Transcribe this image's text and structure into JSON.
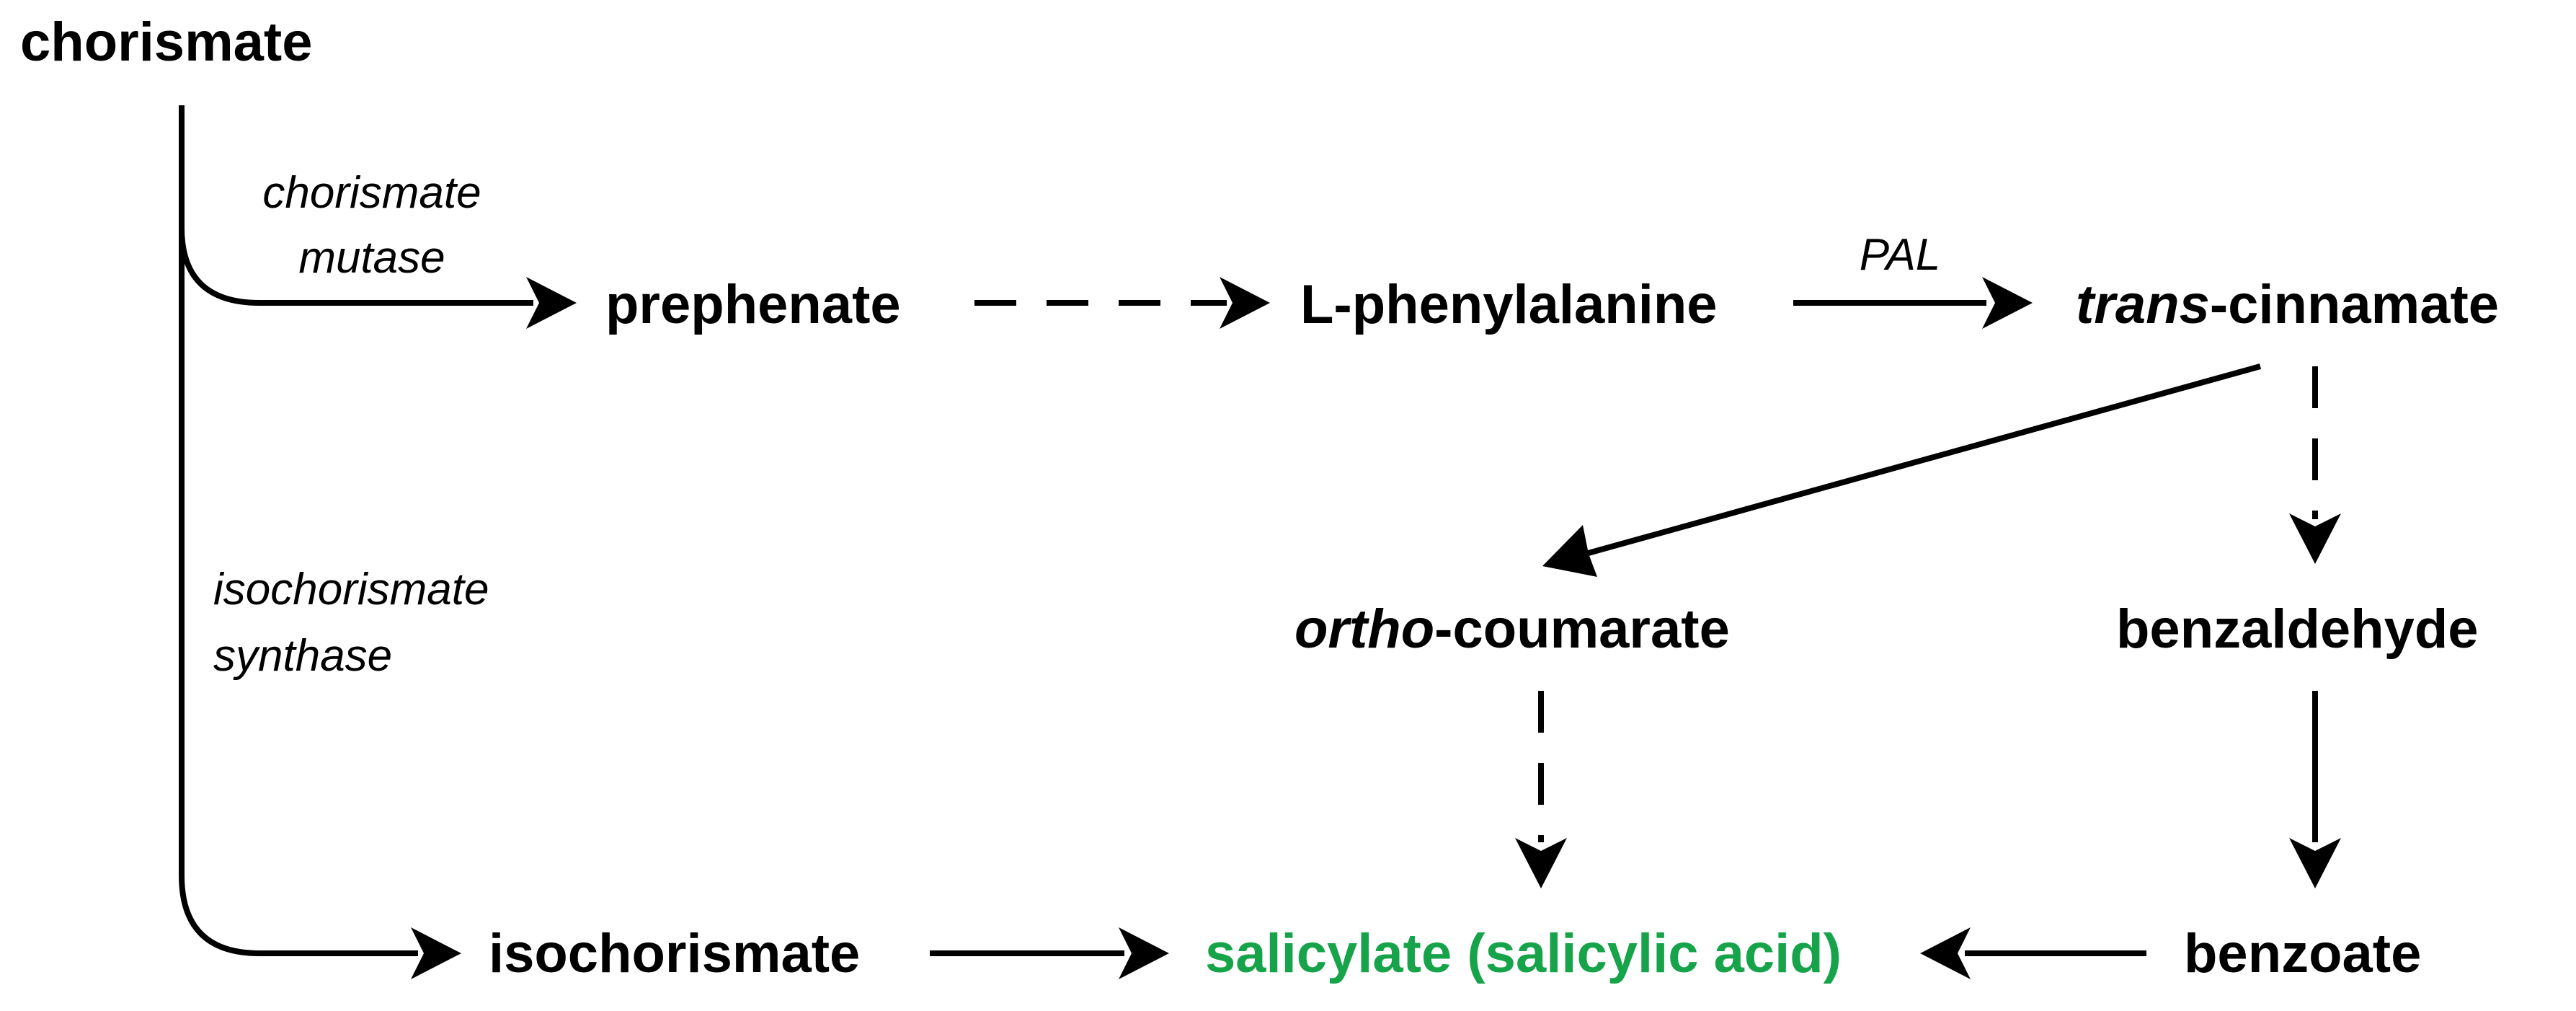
{
  "colors": {
    "text": "#000000",
    "product": "#16a34a"
  },
  "nodes": {
    "chorismate": "chorismate",
    "prephenate": "prephenate",
    "phenylalanine": "L-phenylalanine",
    "cinnamate_prefix": "trans",
    "cinnamate_suffix": "-cinnamate",
    "coumarate_prefix": "ortho",
    "coumarate_suffix": "-coumarate",
    "benzaldehyde": "benzaldehyde",
    "isochorismate": "isochorismate",
    "salicylate": "salicylate (salicylic acid)",
    "benzoate": "benzoate"
  },
  "enzymes": {
    "chorismate_mutase_line1": "chorismate",
    "chorismate_mutase_line2": "mutase",
    "pal": "PAL",
    "isochorismate_synthase_line1": "isochorismate",
    "isochorismate_synthase_line2": "synthase"
  }
}
